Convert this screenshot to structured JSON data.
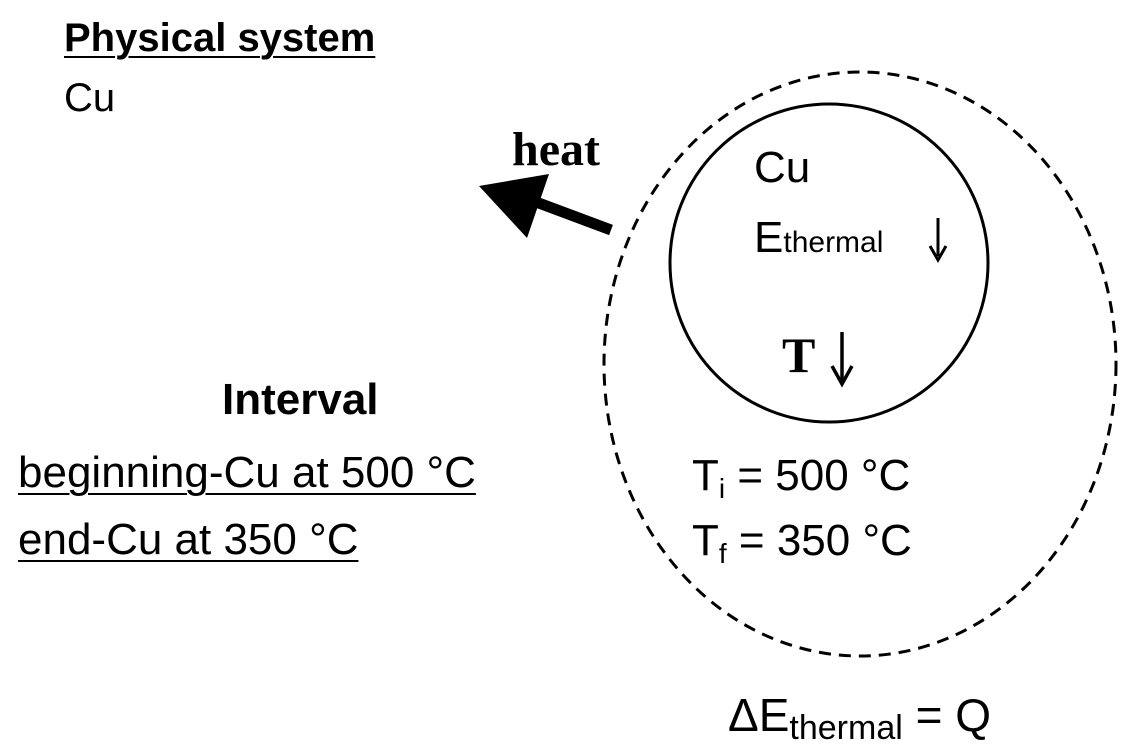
{
  "physical_system": {
    "heading": "Physical system",
    "value": "Cu"
  },
  "interval": {
    "heading": "Interval",
    "beginning": "beginning-Cu at 500 °C",
    "end": "end-Cu at 350 °C"
  },
  "heat": {
    "label": "heat"
  },
  "system_circle": {
    "substance": "Cu",
    "energy_symbol": "E",
    "energy_subscript": "thermal",
    "energy_trend": "↓",
    "temperature_symbol": "T",
    "temperature_trend": "↓"
  },
  "temperatures": {
    "initial_symbol": "T",
    "initial_subscript": "i",
    "initial_value": " = 500 °C",
    "final_symbol": "T",
    "final_subscript": "f",
    "final_value": " = 350 °C"
  },
  "equation": {
    "prefix": "ΔE",
    "subscript": "thermal",
    "suffix": " = Q"
  }
}
